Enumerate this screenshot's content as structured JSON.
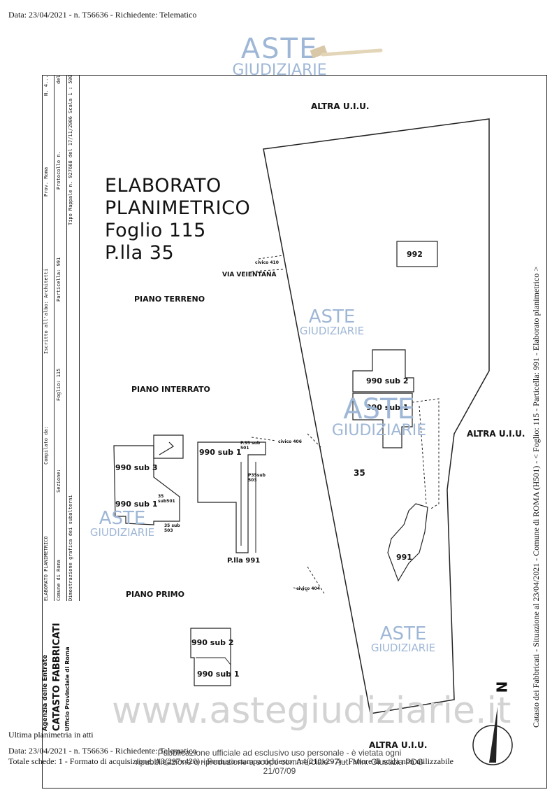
{
  "header": {
    "top_line": "Data: 23/04/2021 - n. T56636 - Richiedente: Telematico"
  },
  "watermark": {
    "line1": "ASTE",
    "line2": "GIUDIZIARIE",
    "site": "www.astegiudiziarie.it"
  },
  "title": {
    "line1": "ELABORATO",
    "line2": "PLANIMETRICO",
    "line3": "Foglio 115",
    "line4": "P.lla  35"
  },
  "sidebar": {
    "col1": [
      "ELABORATO PLANIMETRICO",
      "Compilato da:",
      "Iscritto all'albo: Architetti",
      "Prov. Roma",
      "N. 4..."
    ],
    "col2": [
      "Comune di Roma",
      "Sezione:",
      "Foglio: 115",
      "Particella: 991",
      "Protocollo n.",
      "del"
    ],
    "col3": [
      "Dimostrazione grafica dei subalterni",
      "Tipo Mappale n. 927668  del 17/11/2006  Scala 1 : 500"
    ],
    "agency_1": "Agenzia delle Entrate",
    "agency_2": "CATASTO FABBRICATI",
    "agency_3": "Ufficio Provinciale di Roma"
  },
  "labels": {
    "altra_top": "ALTRA U.I.U.",
    "altra_right": "ALTRA U.I.U.",
    "altra_bottom": "ALTRA U.I.U.",
    "via": "VIA VEIENTANA",
    "civico1": "civico 410",
    "civico2": "civico 406",
    "civico3": "civico 404",
    "p992": "992",
    "p35": "35",
    "p991": "991",
    "sub2_top": "990 sub 2",
    "sub1_top": "990 sub 1",
    "piano_terreno": "PIANO TERRENO",
    "piano_interrato": "PIANO INTERRATO",
    "piano_primo": "PIANO PRIMO",
    "int_sub3": "990 sub 3",
    "int_sub1": "990 sub 1",
    "int_35sub501": "35 sub501",
    "int_35sub503": "35 sub 503",
    "mid_sub1": "990 sub 1",
    "mid_p35sub501": "P.35 sub 501",
    "mid_p35sub503": "P35sub 503",
    "mid_plla991": "P.lla 991",
    "pp_sub2": "990 sub 2",
    "pp_sub1": "990 sub 1",
    "north": "N"
  },
  "footer": {
    "line1": "Ultima planimetria in atti",
    "line2": "Data: 23/04/2021 - n. T56636 - Richiedente: Telematico",
    "line3": "Totale schede: 1 - Formato di acquisizione: A3(297x420) - Formato stampa richiesto: A4(210x297) - Fattore di scala non utilizzabile",
    "notice1": "Pubblicazione ufficiale ad esclusivo uso personale - è vietata ogni",
    "notice2": "ripubblicazione o riproduzione a scopo commerciale - Aut. Min. Giustizia PDG 21/07/09"
  },
  "right_margin": "Catasto dei Fabbricati - Situazione al 23/04/2021 - Comune di ROMA (H501) - < Foglio: 115 - Particella: 991 - Elaborato planimetrico >"
}
